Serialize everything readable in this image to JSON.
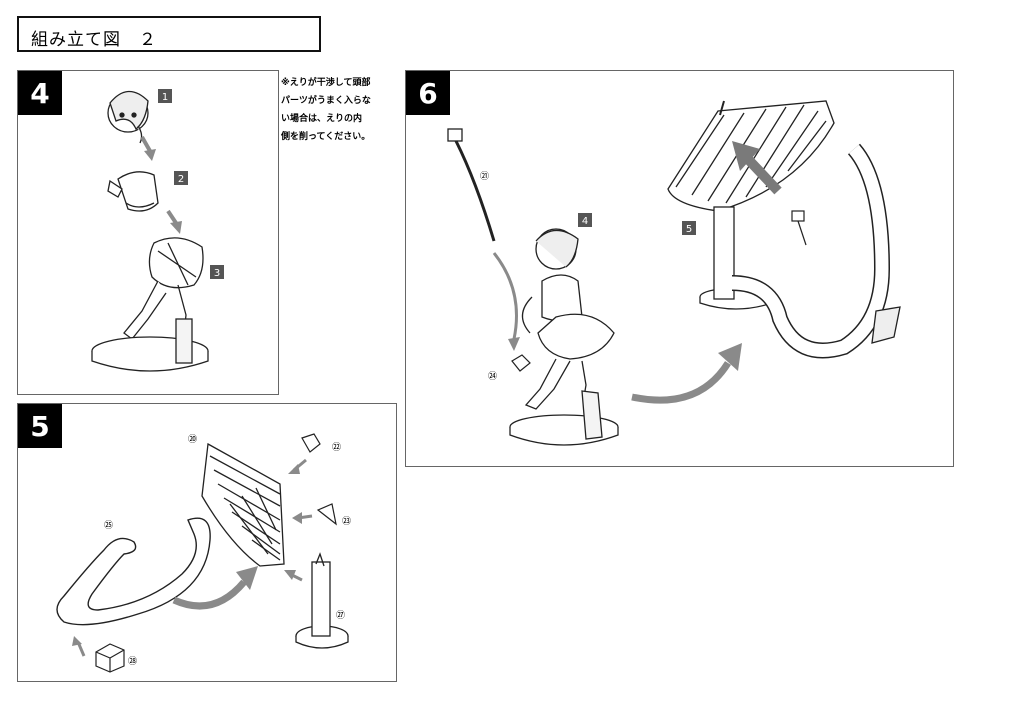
{
  "title": "組み立て図　２",
  "note": "※えりが干渉して頭部\nパーツがうまく入らな\nい場合は、えりの内\n側を削ってください。",
  "steps": [
    {
      "number": "4",
      "parts": [
        "1",
        "2",
        "3"
      ]
    },
    {
      "number": "5",
      "parts": [
        "⑳",
        "㉒",
        "㉓",
        "㉕",
        "㉗",
        "㉘"
      ]
    },
    {
      "number": "6",
      "parts": [
        "㉑",
        "4",
        "㉔",
        "5"
      ]
    }
  ],
  "colors": {
    "arrow": "#8a8a8a",
    "tag": "#555555",
    "ink": "#222222"
  }
}
